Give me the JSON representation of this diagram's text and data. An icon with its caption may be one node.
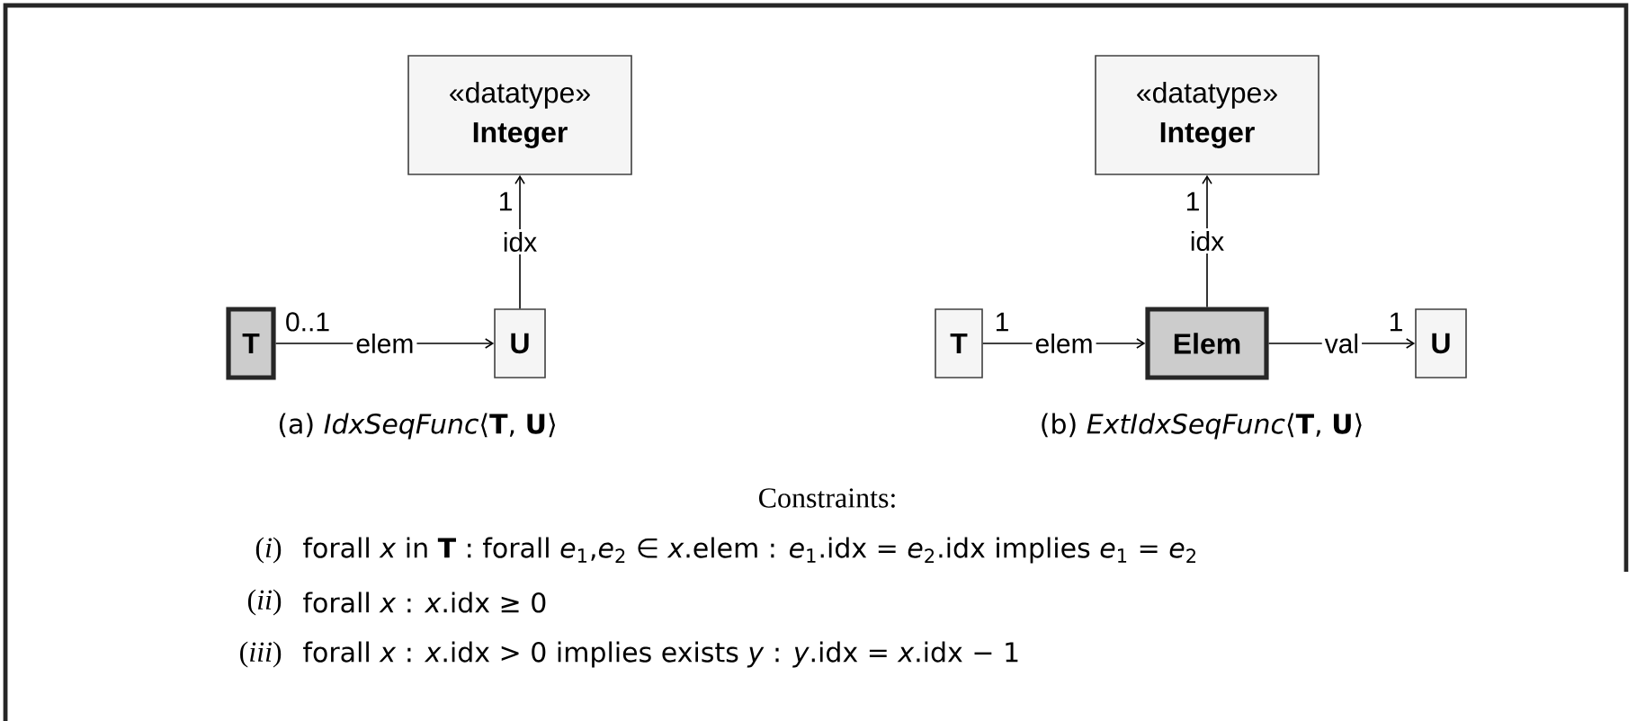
{
  "diagram": {
    "nodes": [
      {
        "text": [
          "«datatype»",
          "Integer"
        ]
      },
      {
        "text": [
          "T"
        ]
      },
      {
        "text": [
          "U"
        ]
      },
      {
        "text": [
          "«datatype»",
          "Integer"
        ]
      },
      {
        "text": [
          "T"
        ]
      },
      {
        "text": [
          "Elem"
        ]
      },
      {
        "text": [
          "U"
        ]
      }
    ],
    "edges": [
      {
        "from": 1,
        "to": 2,
        "arrow": "to",
        "label": "elem"
      },
      {
        "from": 2,
        "to": 0,
        "arrow": "to",
        "label": "idx"
      },
      {
        "from": 4,
        "to": 5,
        "arrow": "to",
        "label": "elem"
      },
      {
        "from": 5,
        "to": 3,
        "arrow": "to",
        "label": "idx"
      },
      {
        "from": 5,
        "to": 6,
        "arrow": "to",
        "label": "val"
      }
    ],
    "labels": [
      "1",
      "1",
      "0..1",
      "1",
      "1",
      "(a) *IdxSeqFunc*⟨**T**, **U**⟩",
      "(b) *ExtIdxSeqFunc*⟨**T**, **U**⟩",
      "Constraints:",
      "(*i*)",
      "forall *x* in **T** : forall *e*$_{1}$,*e*$_{2}$ ∈ *x*.elem : *e*$_{1}$.idx = *e*$_{2}$.idx implies *e*$_{1}$ = *e*$_{2}$",
      "(*ii*)",
      "forall *x* : *x*.idx ≥ 0",
      "(*iii*)",
      "forall *x* : *x*.idx > 0 implies exists *y* : *y*.idx = *x*.idx − 1"
    ]
  }
}
